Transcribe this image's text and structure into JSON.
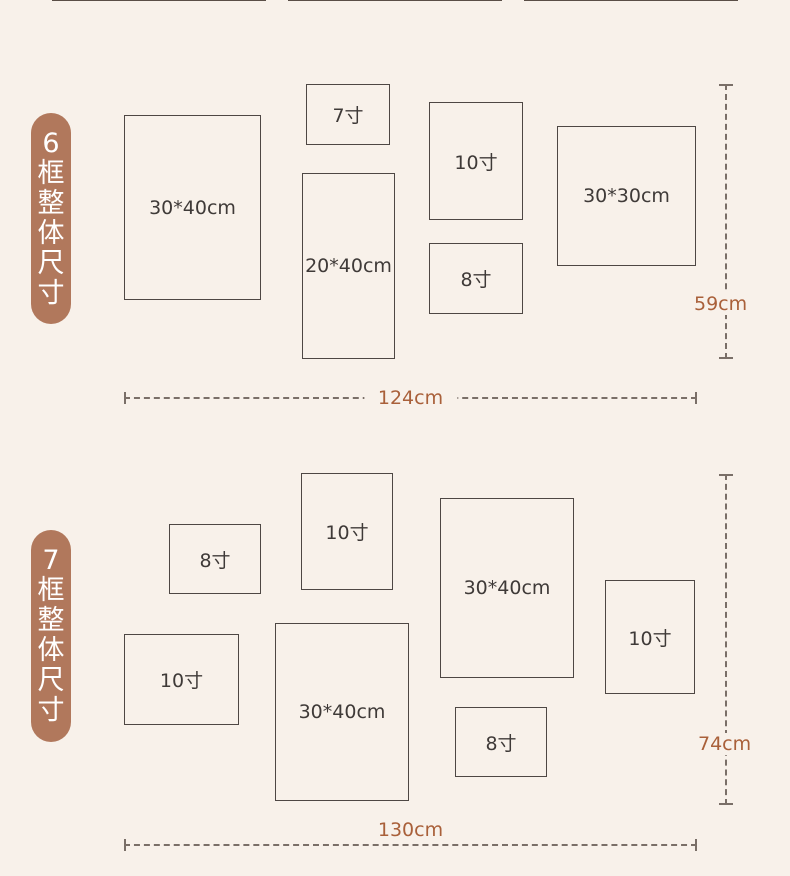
{
  "section1": {
    "badge": [
      "6",
      "框",
      "整",
      "体",
      "尺",
      "寸"
    ],
    "frames": [
      "30*40cm",
      "7寸",
      "20*40cm",
      "10寸",
      "8寸",
      "30*30cm"
    ],
    "height_label": "59cm",
    "width_label": "124cm"
  },
  "section2": {
    "badge": [
      "7",
      "框",
      "整",
      "体",
      "尺",
      "寸"
    ],
    "frames": [
      "8寸",
      "10寸",
      "10寸",
      "30*40cm",
      "30*40cm",
      "10寸",
      "8寸"
    ],
    "height_label": "74cm",
    "width_label": "130cm"
  },
  "colors": {
    "background": "#f8f1ea",
    "badge": "#b1785c",
    "dimension_text": "#a9603a",
    "frame_border": "#4e4744"
  }
}
